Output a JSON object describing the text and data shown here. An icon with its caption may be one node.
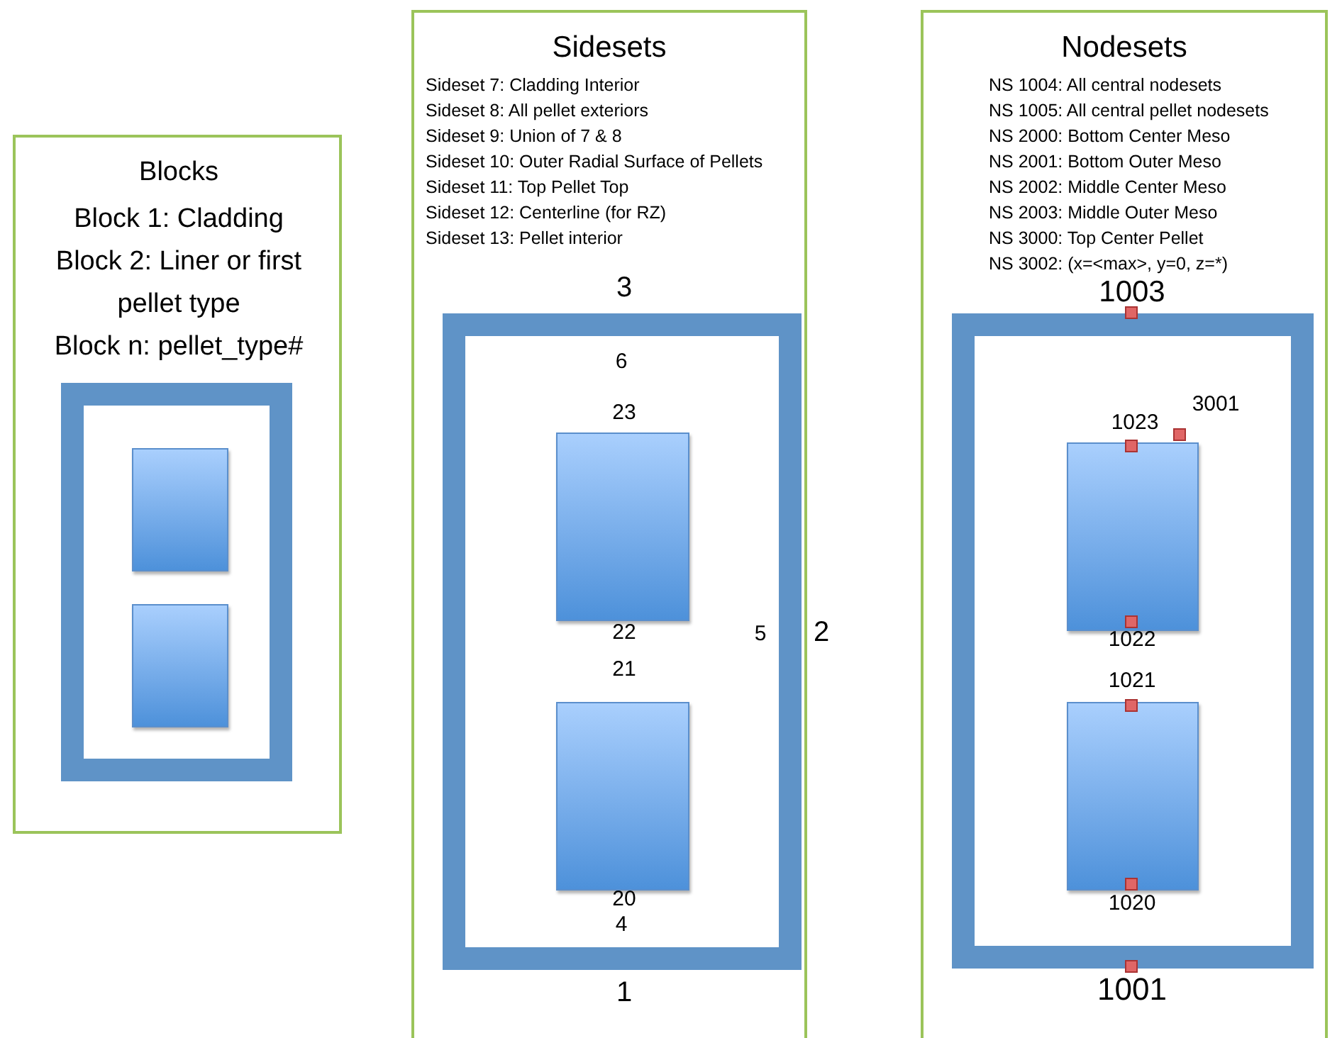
{
  "diagram": {
    "nodes": [
      {
        "text": [
          "Blocks",
          "Block 1: Cladding",
          "Block 2: Liner or first pellet type",
          "Block n: pellet_type#"
        ]
      },
      {
        "text": [],
        "shape": "box",
        "in": 0
      },
      {
        "text": [],
        "shape": "box",
        "in": 1
      },
      {
        "text": [],
        "shape": "box",
        "in": 1
      },
      {
        "text": [
          "Sidesets",
          "Sideset 7: Cladding Interior",
          "Sideset 8: All pellet exteriors",
          "Sideset 9: Union of 7 & 8",
          "Sideset 10: Outer Radial Surface of Pellets",
          "Sideset 11: Top Pellet Top",
          "Sideset 12: Centerline (for RZ)",
          "Sideset 13: Pellet interior"
        ]
      },
      {
        "text": [],
        "shape": "box",
        "in": 4
      },
      {
        "text": [],
        "shape": "box",
        "in": 5
      },
      {
        "text": [],
        "shape": "box",
        "in": 5
      },
      {
        "text": [
          "Nodesets",
          "NS 1004: All central nodesets",
          "NS 1005: All central pellet nodesets",
          "NS 2000: Bottom Center Meso",
          "NS 2001: Bottom Outer Meso",
          "NS 2002: Middle Center Meso",
          "NS 2003: Middle Outer Meso",
          "NS 3000: Top Center Pellet",
          "NS 3002: (x=<max>, y=0, z=*)"
        ]
      },
      {
        "text": [],
        "shape": "box",
        "in": 8
      },
      {
        "text": [],
        "shape": "box",
        "in": 9
      },
      {
        "text": [],
        "shape": "box",
        "in": 9
      }
    ],
    "labels": [
      "3",
      "6",
      "23",
      "22",
      "21",
      "5",
      "2",
      "20",
      "4",
      "1",
      "1003",
      "3001",
      "1023",
      "1022",
      "1021",
      "1020",
      "1001"
    ]
  }
}
